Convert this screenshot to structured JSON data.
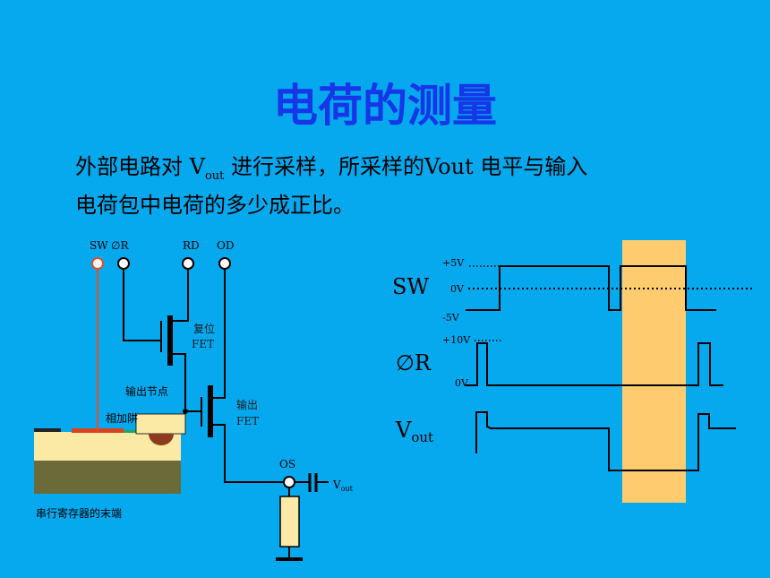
{
  "title": "电荷的测量",
  "body": {
    "line1_pre": "外部电路对 V",
    "line1_sub": "out",
    "line1_post": " 进行采样，所采样的Vout 电平与输入",
    "line2": "电荷包中电荷的多少成正比。"
  },
  "circuit": {
    "sw": "SW",
    "phi_r": "∅R",
    "rd": "RD",
    "od": "OD",
    "reset_fet_1": "复位",
    "reset_fet_2": "FET",
    "output_node": "输出节点",
    "phase_gate": "相加阱",
    "output_fet_1": "输出",
    "output_fet_2": "FET",
    "os": "OS",
    "vout_main": "V",
    "vout_sub": "out",
    "register_end": "串行寄存器的末端"
  },
  "timing": {
    "sw_label": "SW",
    "phir_label": "∅R",
    "vout_main": "V",
    "vout_sub": "out",
    "plus5": "+5V",
    "zero_v_sw": "0V",
    "minus5": "-5V",
    "plus10": "+10V",
    "zero_v_r": "0V",
    "highlight_color": "#fecb6e"
  }
}
